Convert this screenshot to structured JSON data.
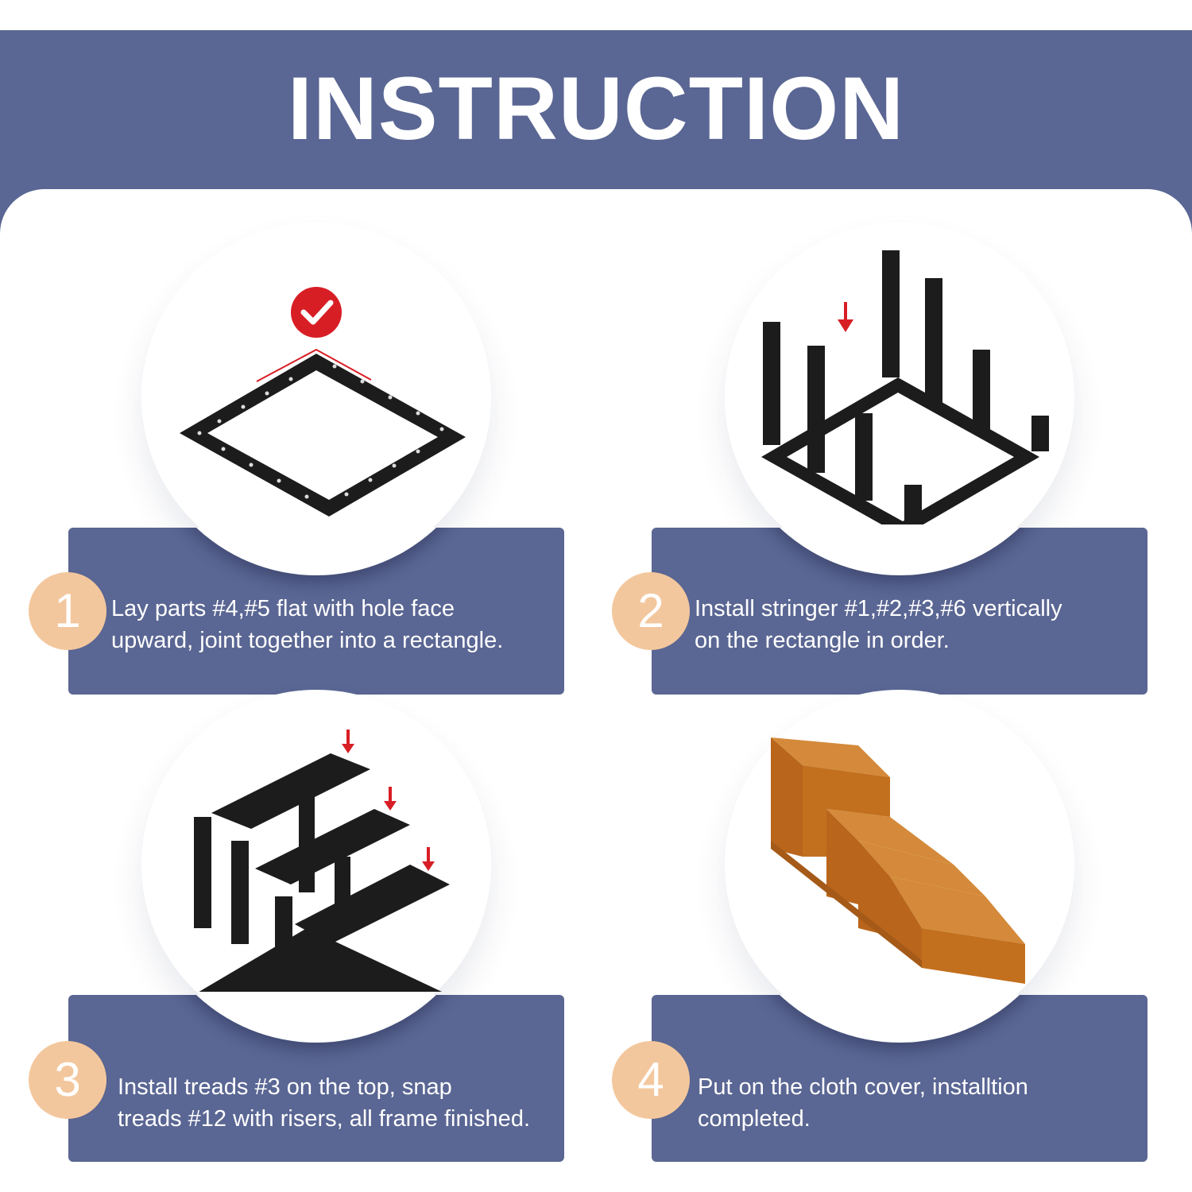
{
  "title": "INSTRUCTION",
  "steps": [
    {
      "number": "1",
      "text": "Lay parts #4,#5 flat with hole face\nupward, joint together into a  rectangle."
    },
    {
      "number": "2",
      "text": "Install stringer #1,#2,#3,#6 vertically\non the rectangle in order."
    },
    {
      "number": "3",
      "text": "Install treads #3 on the top, snap\ntreads #12 with risers, all frame  finished."
    },
    {
      "number": "4",
      "text": "Put on the cloth cover, installtion\ncompleted."
    }
  ],
  "colors": {
    "band": "#5a6693",
    "badge": "#f3c79d",
    "check": "#d81e25",
    "part": "#1c1c1c",
    "cloth": "#c2701e"
  },
  "icons": [
    "check-icon",
    "down-arrow-icon"
  ]
}
